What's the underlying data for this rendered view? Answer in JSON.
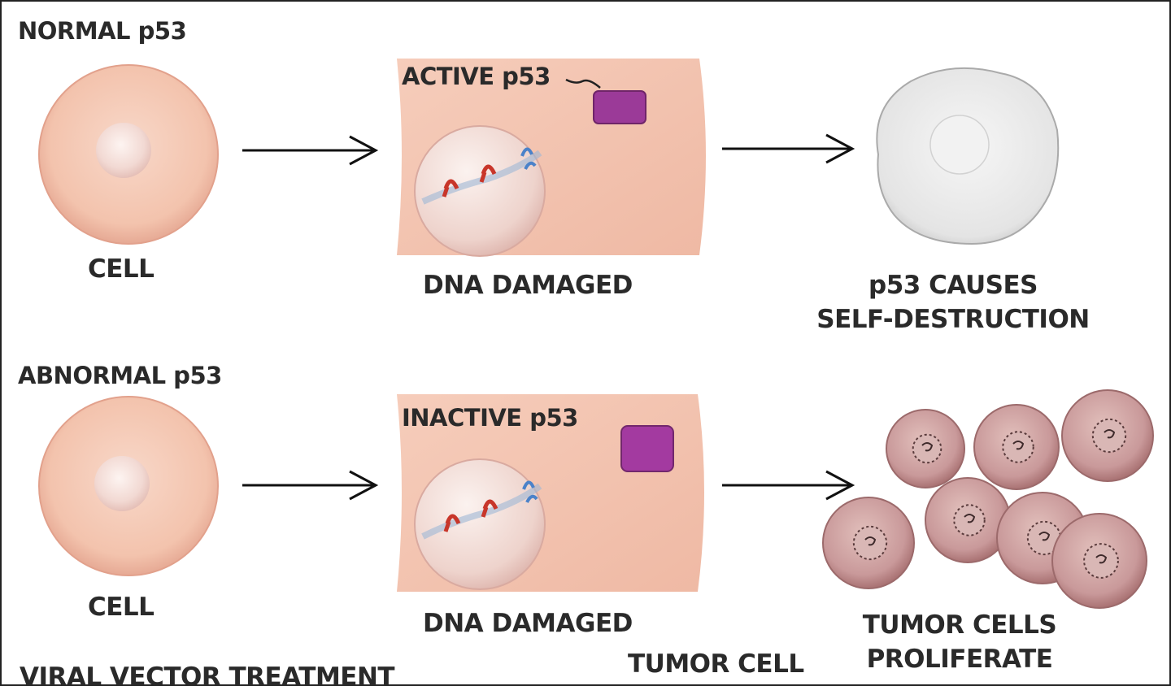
{
  "sections": {
    "normal": {
      "heading": "NORMAL p53",
      "cell_caption": "CELL",
      "damaged_caption": "DNA DAMAGED",
      "p53_label": "ACTIVE p53",
      "outcome_line1": "p53 CAUSES",
      "outcome_line2": "SELF-DESTRUCTION"
    },
    "abnormal": {
      "heading": "ABNORMAL p53",
      "cell_caption": "CELL",
      "damaged_caption": "DNA DAMAGED",
      "p53_label": "INACTIVE p53",
      "tumor_cell_caption": "TUMOR CELL",
      "outcome_line1": "TUMOR CELLS",
      "outcome_line2": "PROLIFERATE"
    }
  },
  "footer": "VIRAL VECTOR TREATMENT",
  "colors": {
    "cell": "#f3c7b2",
    "cell_edge": "#e4a48f",
    "nucleus": "#f7e5e0",
    "p53_active": "#9b3a98",
    "p53_inactive": "#a33aa0",
    "dead_cell": "#e9e9e9",
    "tumor_cell": "#c99a97",
    "dna_red": "#c8362a",
    "dna_blue": "#4b82c9"
  }
}
